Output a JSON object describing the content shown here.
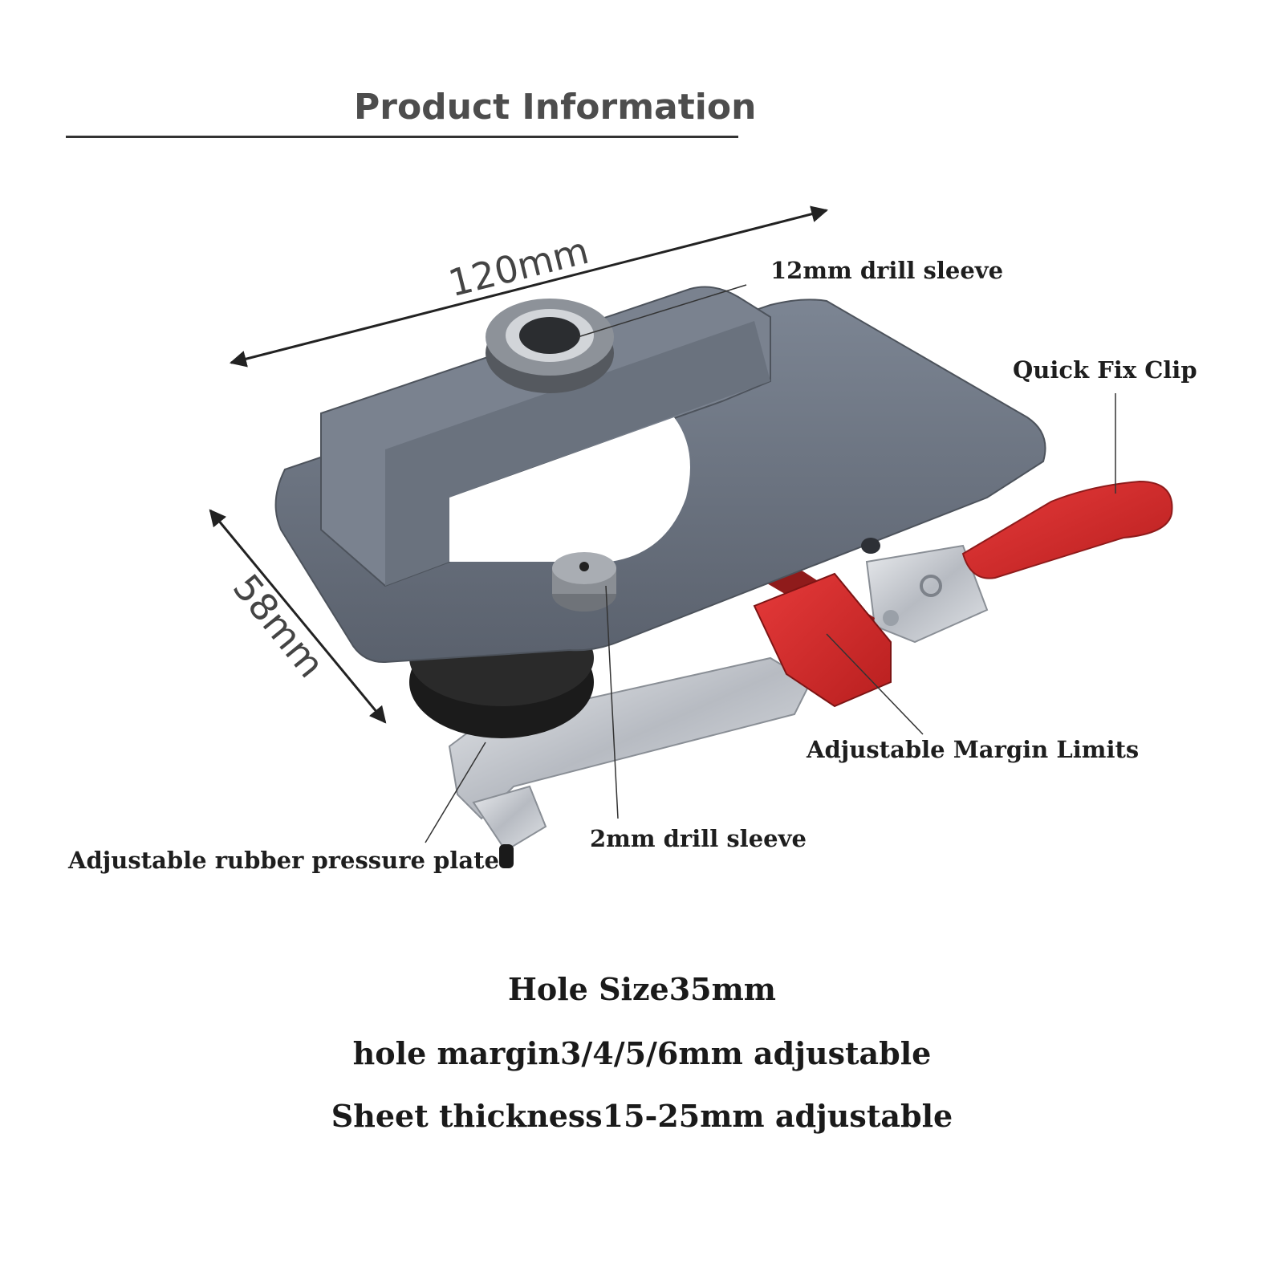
{
  "header": {
    "title": "Product Information"
  },
  "dimensions": {
    "length": "120mm",
    "width": "58mm"
  },
  "callouts": {
    "drill_sleeve_12": "12mm drill sleeve",
    "quick_fix_clip": "Quick Fix Clip",
    "margin_limits": "Adjustable Margin Limits",
    "drill_sleeve_2": "2mm drill sleeve",
    "pressure_plate": "Adjustable rubber pressure plate"
  },
  "specs": [
    "Hole Size35mm",
    "hole margin3/4/5/6mm adjustable",
    "Sheet thickness15-25mm adjustable"
  ],
  "colors": {
    "body": "#6b7280",
    "clip_handle": "#d62a2a",
    "margin_block": "#a61e1e",
    "steel": "#c9ccd1",
    "rubber": "#1a1a1a"
  }
}
